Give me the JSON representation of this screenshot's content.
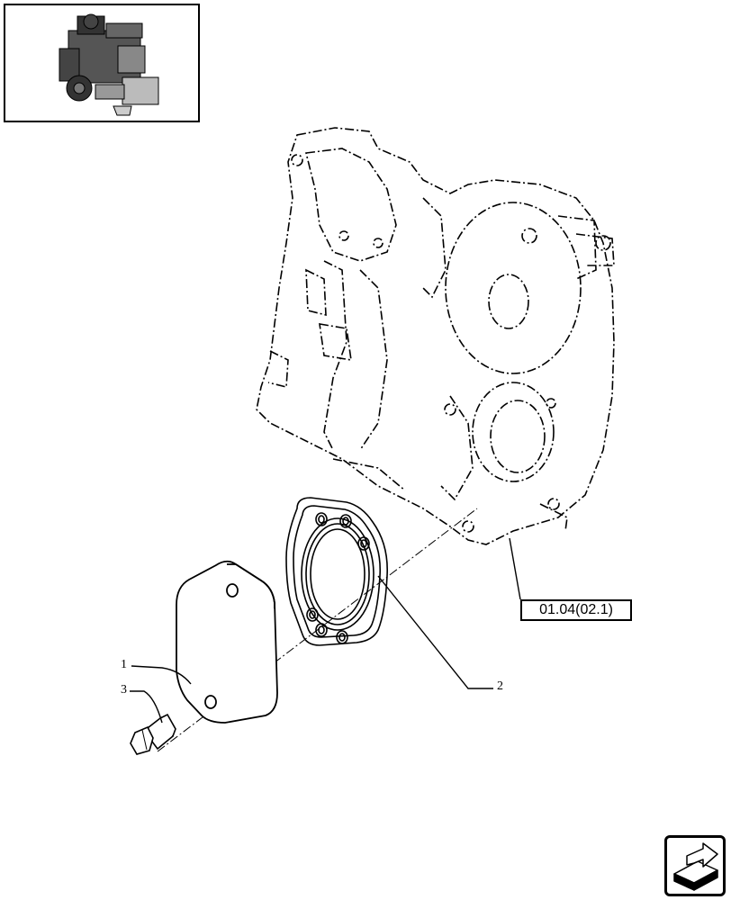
{
  "thumbnail": {
    "icon": "engine-thumbnail-icon"
  },
  "reference": {
    "label": "01.04(02.1)"
  },
  "callouts": [
    {
      "number": "1",
      "part": "cover-plate"
    },
    {
      "number": "2",
      "part": "gasket"
    },
    {
      "number": "3",
      "part": "bolt"
    }
  ],
  "navigation": {
    "icon": "next-page-arrow-icon"
  },
  "colors": {
    "line": "#000000",
    "background": "#ffffff"
  }
}
